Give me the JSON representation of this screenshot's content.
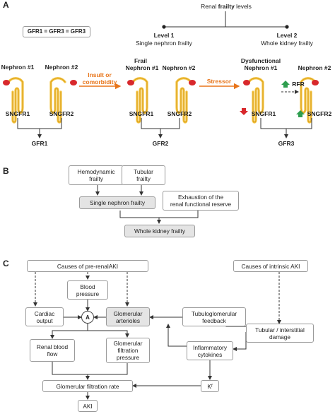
{
  "panel_a": {
    "letter": "A",
    "frailty_title_prefix": "Renal ",
    "frailty_title_bold": "frailty",
    "frailty_title_suffix": " levels",
    "level1": {
      "title": "Level 1",
      "desc": "Single nephron frailty"
    },
    "level2": {
      "title": "Level 2",
      "desc": "Whole kidney frailty"
    },
    "gfr_equation": "GFR1 = GFR3 = GFR3",
    "group1": {
      "nephron1": "Nephron #1",
      "nephron2": "Nephron #2",
      "sngfr1": "SNGFR1",
      "sngfr2": "SNGFR2",
      "gfr": "GFR1"
    },
    "insult_label_line1": "Insult or",
    "insult_label_line2": "comorbidity",
    "group2": {
      "frail": "Frail",
      "nephron1": "Nephron #1",
      "nephron2": "Nephron #2",
      "sngfr1": "SNGFR1",
      "sngfr2": "SNGFR2",
      "gfr": "GFR2"
    },
    "stressor_label": "Stressor",
    "group3": {
      "dysfunctional": "Dysfunctional",
      "nephron1": "Nephron #1",
      "nephron2": "Nephron #2",
      "rfr": "RFR",
      "sngfr1": "SNGFR1",
      "sngfr2": "SNGFR2",
      "gfr": "GFR3"
    },
    "colors": {
      "arrow_orange": "#e8751a",
      "arrow_red": "#d8282c",
      "arrow_green": "#2e9e4f",
      "nephron_yellow": "#f4c33f",
      "glomerulus_red": "#d8282c"
    }
  },
  "panel_b": {
    "letter": "B",
    "hemodynamic_line1": "Hemodynamic",
    "hemodynamic_line2": "frailty",
    "tubular_line1": "Tubular",
    "tubular_line2": "frailty",
    "single_nephron": "Single nephron frailty",
    "exhaustion_line1": "Exhaustion of the",
    "exhaustion_line2": "renal functional reserve",
    "whole_kidney": "Whole kidney frailty"
  },
  "panel_c": {
    "letter": "C",
    "causes_prerenal": "Causes of pre-renalAKI",
    "causes_intrinsic": "Causes of intrinsic AKI",
    "blood_pressure_line1": "Blood",
    "blood_pressure_line2": "pressure",
    "cardiac_line1": "Cardiac",
    "cardiac_line2": "output",
    "node_a": "A",
    "glomerular_arterioles_line1": "Glomerular",
    "glomerular_arterioles_line2": "arterioles",
    "tubuloglomerular_line1": "Tubuloglomerular",
    "tubuloglomerular_line2": "feedback",
    "tubular_damage_line1": "Tubular / interstitial",
    "tubular_damage_line2": "damage",
    "renal_blood_flow_line1": "Renal blood",
    "renal_blood_flow_line2": "flow",
    "gfp_line1": "Glomerular",
    "gfp_line2": "filtration",
    "gfp_line3": "pressure",
    "inflammatory_line1": "Inflammatory",
    "inflammatory_line2": "cytokines",
    "gfr": "Glomerular filtration rate",
    "kf": "K",
    "kf_sub": "f",
    "aki": "AKI"
  }
}
